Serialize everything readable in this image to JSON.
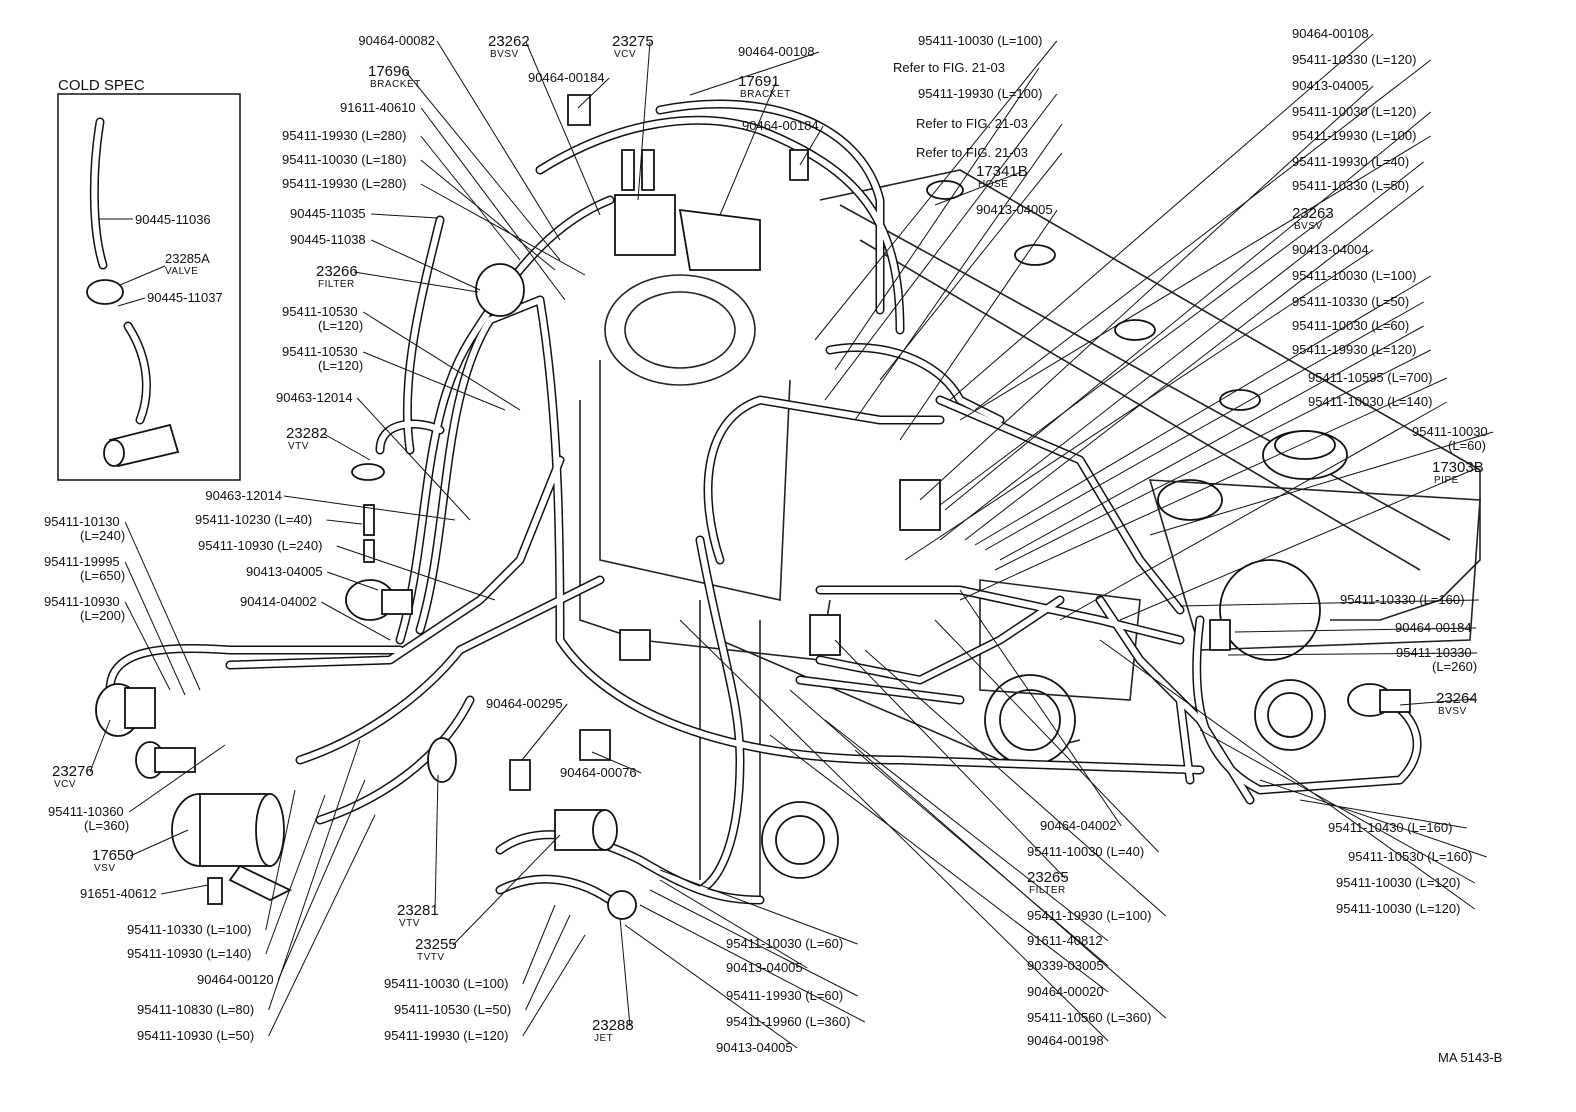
{
  "cold_spec": {
    "title": "COLD SPEC",
    "labels": [
      {
        "pn": "90445-11036",
        "name": ""
      },
      {
        "pn": "23285A",
        "name": "VALVE"
      },
      {
        "pn": "90445-11037",
        "name": ""
      }
    ]
  },
  "labels": [
    {
      "pn": "90464-00082",
      "name": ""
    },
    {
      "pn": "23262",
      "name": "BVSV"
    },
    {
      "pn": "23275",
      "name": "VCV"
    },
    {
      "pn": "90464-00108",
      "name": ""
    },
    {
      "pn": "90464-00184",
      "name": ""
    },
    {
      "pn": "17696",
      "name": "BRACKET"
    },
    {
      "pn": "17691",
      "name": "BRACKET"
    },
    {
      "pn": "91611-40610",
      "name": ""
    },
    {
      "pn": "90464-00184",
      "name": ""
    },
    {
      "pn": "95411-19930 (L=280)",
      "name": ""
    },
    {
      "pn": "95411-10030 (L=180)",
      "name": ""
    },
    {
      "pn": "95411-19930 (L=280)",
      "name": ""
    },
    {
      "pn": "90445-11035",
      "name": ""
    },
    {
      "pn": "90445-11038",
      "name": ""
    },
    {
      "pn": "23266",
      "name": "FILTER"
    },
    {
      "pn": "95411-10530",
      "name": "(L=120)"
    },
    {
      "pn": "95411-10530",
      "name": "(L=120)"
    },
    {
      "pn": "90463-12014",
      "name": ""
    },
    {
      "pn": "23282",
      "name": "VTV"
    },
    {
      "pn": "90463-12014",
      "name": ""
    },
    {
      "pn": "95411-10230 (L=40)",
      "name": ""
    },
    {
      "pn": "95411-10930 (L=240)",
      "name": ""
    },
    {
      "pn": "90413-04005",
      "name": ""
    },
    {
      "pn": "90414-04002",
      "name": ""
    },
    {
      "pn": "95411-10130",
      "name": "(L=240)"
    },
    {
      "pn": "95411-19995",
      "name": "(L=650)"
    },
    {
      "pn": "95411-10930",
      "name": "(L=200)"
    },
    {
      "pn": "23276",
      "name": "VCV"
    },
    {
      "pn": "95411-10360",
      "name": "(L=360)"
    },
    {
      "pn": "17650",
      "name": "VSV"
    },
    {
      "pn": "91651-40612",
      "name": ""
    },
    {
      "pn": "95411-10330 (L=100)",
      "name": ""
    },
    {
      "pn": "95411-10930 (L=140)",
      "name": ""
    },
    {
      "pn": "90464-00120",
      "name": ""
    },
    {
      "pn": "95411-10830 (L=80)",
      "name": ""
    },
    {
      "pn": "95411-10930 (L=50)",
      "name": ""
    },
    {
      "pn": "23281",
      "name": "VTV"
    },
    {
      "pn": "23255",
      "name": "TVTV"
    },
    {
      "pn": "95411-10030 (L=100)",
      "name": ""
    },
    {
      "pn": "95411-10530 (L=50)",
      "name": ""
    },
    {
      "pn": "95411-19930 (L=120)",
      "name": ""
    },
    {
      "pn": "23288",
      "name": "JET"
    },
    {
      "pn": "90413-04005",
      "name": ""
    },
    {
      "pn": "90464-00295",
      "name": ""
    },
    {
      "pn": "90464-00076",
      "name": ""
    },
    {
      "pn": "95411-10030 (L=60)",
      "name": ""
    },
    {
      "pn": "90413-04005",
      "name": ""
    },
    {
      "pn": "95411-19930 (L=60)",
      "name": ""
    },
    {
      "pn": "95411-19960 (L=360)",
      "name": ""
    },
    {
      "pn": "90464-00198",
      "name": ""
    },
    {
      "pn": "95411-10560 (L=360)",
      "name": ""
    },
    {
      "pn": "90464-00020",
      "name": ""
    },
    {
      "pn": "90339-03005",
      "name": ""
    },
    {
      "pn": "91611-40812",
      "name": ""
    },
    {
      "pn": "95411-19930 (L=100)",
      "name": ""
    },
    {
      "pn": "23265",
      "name": "FILTER"
    },
    {
      "pn": "95411-10030 (L=40)",
      "name": ""
    },
    {
      "pn": "90464-04002",
      "name": ""
    },
    {
      "pn": "95411-10030 (L=100)",
      "name": ""
    },
    {
      "pn": "Refer to  FIG. 21-03",
      "name": ""
    },
    {
      "pn": "95411-19930 (L=100)",
      "name": ""
    },
    {
      "pn": "Refer to  FIG. 21-03",
      "name": ""
    },
    {
      "pn": "Refer to  FIG. 21-03",
      "name": ""
    },
    {
      "pn": "17341B",
      "name": "HOSE"
    },
    {
      "pn": "90413-04005",
      "name": ""
    },
    {
      "pn": "90464-00108",
      "name": ""
    },
    {
      "pn": "95411-10330 (L=120)",
      "name": ""
    },
    {
      "pn": "90413-04005",
      "name": ""
    },
    {
      "pn": "95411-10030 (L=120)",
      "name": ""
    },
    {
      "pn": "95411-19930 (L=100)",
      "name": ""
    },
    {
      "pn": "95411-19930 (L=40)",
      "name": ""
    },
    {
      "pn": "95411-10330 (L=50)",
      "name": ""
    },
    {
      "pn": "23263",
      "name": "BVSV"
    },
    {
      "pn": "90413-04004",
      "name": ""
    },
    {
      "pn": "95411-10030 (L=100)",
      "name": ""
    },
    {
      "pn": "95411-10330 (L=50)",
      "name": ""
    },
    {
      "pn": "95411-10030 (L=60)",
      "name": ""
    },
    {
      "pn": "95411-19930 (L=120)",
      "name": ""
    },
    {
      "pn": "95411-10595 (L=700)",
      "name": ""
    },
    {
      "pn": "95411-10030 (L=140)",
      "name": ""
    },
    {
      "pn": "95411-10030",
      "name": "(L=60)"
    },
    {
      "pn": "17303B",
      "name": "PIPE"
    },
    {
      "pn": "95411-10330 (L=160)",
      "name": ""
    },
    {
      "pn": "90464-00184",
      "name": ""
    },
    {
      "pn": "95411-10330",
      "name": "(L=260)"
    },
    {
      "pn": "23264",
      "name": "BVSV"
    },
    {
      "pn": "95411-10430 (L=160)",
      "name": ""
    },
    {
      "pn": "95411-10530 (L=160)",
      "name": ""
    },
    {
      "pn": "95411-10030 (L=120)",
      "name": ""
    },
    {
      "pn": "95411-10030 (L=120)",
      "name": ""
    }
  ],
  "figure_code": "MA  5143-B"
}
